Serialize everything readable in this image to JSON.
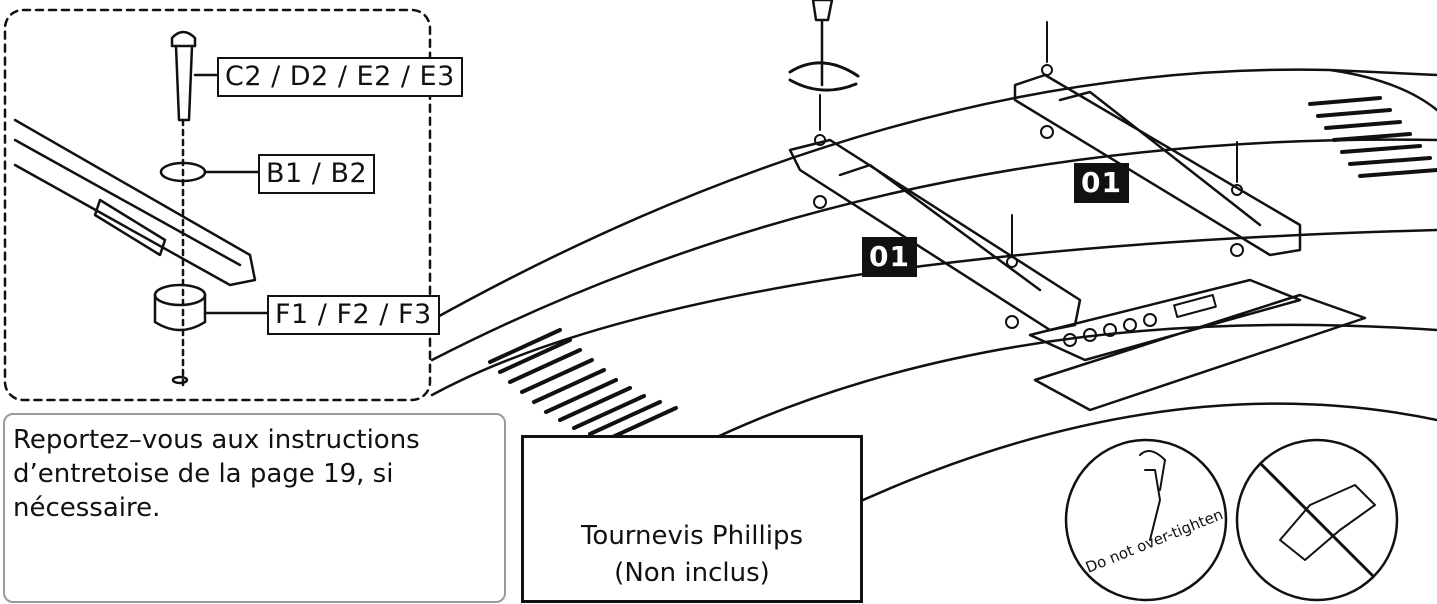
{
  "parts": {
    "screw_label": "C2 / D2 / E2 / E3",
    "washer_label": "B1 / B2",
    "spacer_label": "F1 / F2 / F3"
  },
  "step_badges": [
    "01",
    "01"
  ],
  "spacer_note": "Reportez–vous aux instructions d’entretoise de la page 19, si nécessaire.",
  "tool": {
    "name": "Tournevis Phillips",
    "note": "(Non inclus)",
    "icons": [
      "plus-circle-icon",
      "screwdriver-icon"
    ]
  },
  "warning": {
    "text": "Do not over-tighten",
    "icons": [
      "hand-screwdriver-icon",
      "power-drill-prohibited-icon"
    ]
  }
}
